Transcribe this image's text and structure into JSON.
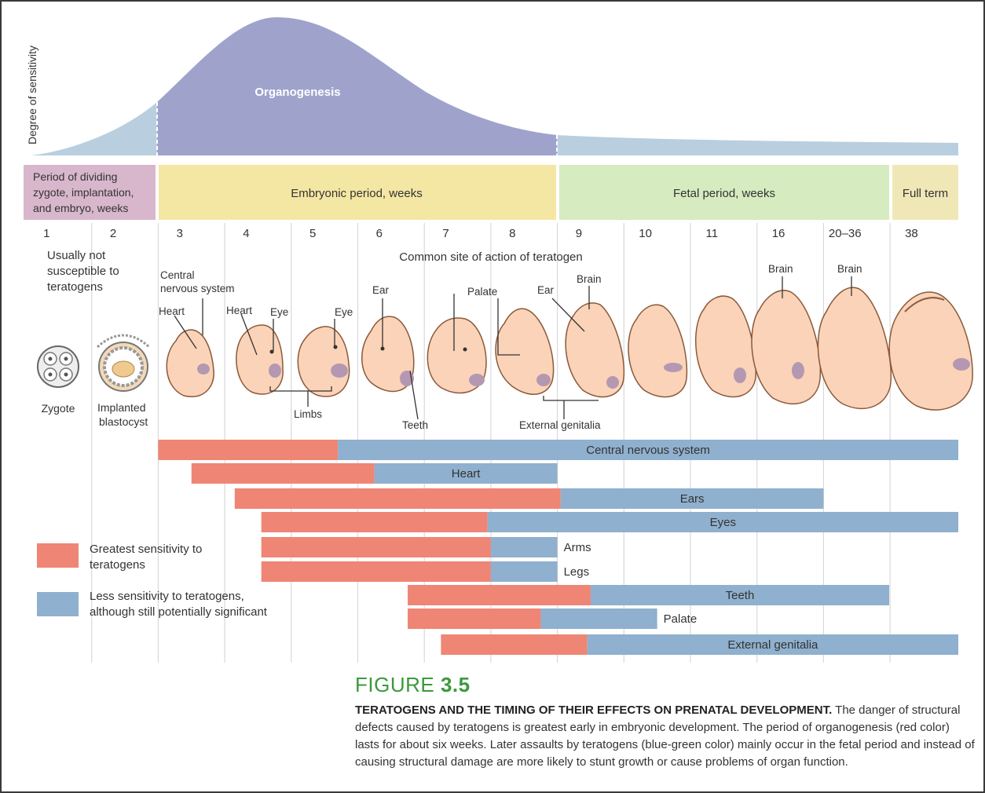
{
  "y_axis_label": "Degree of sensitivity",
  "curve_label": "Organogenesis",
  "periods": [
    {
      "label_lines": [
        "Period of dividing",
        "zygote, implantation,",
        "and embryo, weeks"
      ],
      "color": "#d8b7cc"
    },
    {
      "label_lines": [
        "Embryonic period, weeks"
      ],
      "color": "#f4e6a3"
    },
    {
      "label_lines": [
        "Fetal period, weeks"
      ],
      "color": "#d6ebbf"
    },
    {
      "label_lines": [
        "Full term"
      ],
      "color": "#efe8b6"
    }
  ],
  "weeks": [
    "1",
    "2",
    "3",
    "4",
    "5",
    "6",
    "7",
    "8",
    "9",
    "10",
    "11",
    "16",
    "20–36",
    "38"
  ],
  "not_susceptible_lines": [
    "Usually not",
    "susceptible to",
    "teratogens"
  ],
  "common_site_label": "Common site of action of teratogen",
  "stage_labels": {
    "zygote": "Zygote",
    "blastocyst_lines": [
      "Implanted",
      "blastocyst"
    ]
  },
  "organ_annotations": [
    {
      "id": "cns",
      "lines": [
        "Central",
        "nervous system"
      ]
    },
    {
      "id": "heart3",
      "lines": [
        "Heart"
      ]
    },
    {
      "id": "heart4",
      "lines": [
        "Heart"
      ]
    },
    {
      "id": "eye4",
      "lines": [
        "Eye"
      ]
    },
    {
      "id": "eye5",
      "lines": [
        "Eye"
      ]
    },
    {
      "id": "limbs",
      "lines": [
        "Limbs"
      ]
    },
    {
      "id": "ear6",
      "lines": [
        "Ear"
      ]
    },
    {
      "id": "teeth",
      "lines": [
        "Teeth"
      ]
    },
    {
      "id": "palate",
      "lines": [
        "Palate"
      ]
    },
    {
      "id": "ear8",
      "lines": [
        "Ear"
      ]
    },
    {
      "id": "brain9",
      "lines": [
        "Brain"
      ]
    },
    {
      "id": "genitalia",
      "lines": [
        "External genitalia"
      ]
    },
    {
      "id": "brain16",
      "lines": [
        "Brain"
      ]
    },
    {
      "id": "brain20",
      "lines": [
        "Brain"
      ]
    }
  ],
  "legend": [
    {
      "id": "greatest",
      "color": "#ef8575",
      "lines": [
        "Greatest sensitivity to",
        "teratogens"
      ]
    },
    {
      "id": "less",
      "color": "#8fb0ce",
      "lines": [
        "Less sensitivity to teratogens,",
        "although still potentially significant"
      ]
    }
  ],
  "colors": {
    "high": "#ef8575",
    "low": "#8fb0ce",
    "curve_main": "#9fa3cc",
    "curve_side": "#b9cfdf"
  },
  "sensitivity_bars": [
    {
      "label": "Central nervous system",
      "high_start_week": 3,
      "high_end_week": 5.7,
      "low_end_week": 38,
      "label_pos": "inside"
    },
    {
      "label": "Heart",
      "high_start_week": 3.5,
      "high_end_week": 6.25,
      "low_end_week": 9,
      "label_pos": "inside"
    },
    {
      "label": "Ears",
      "high_start_week": 4.15,
      "high_end_week": 9.05,
      "low_end_week": 20,
      "label_pos": "inside"
    },
    {
      "label": "Eyes",
      "high_start_week": 4.55,
      "high_end_week": 7.95,
      "low_end_week": 38,
      "label_pos": "inside"
    },
    {
      "label": "Arms",
      "high_start_week": 4.55,
      "high_end_week": 8,
      "low_end_week": 9,
      "label_pos": "after"
    },
    {
      "label": "Legs",
      "high_start_week": 4.55,
      "high_end_week": 8,
      "low_end_week": 9,
      "label_pos": "after"
    },
    {
      "label": "Teeth",
      "high_start_week": 6.75,
      "high_end_week": 9.5,
      "low_end_week": 36,
      "label_pos": "inside"
    },
    {
      "label": "Palate",
      "high_start_week": 6.75,
      "high_end_week": 8.75,
      "low_end_week": 10.5,
      "label_pos": "after"
    },
    {
      "label": "External genitalia",
      "high_start_week": 7.25,
      "high_end_week": 9.45,
      "low_end_week": 38,
      "label_pos": "inside"
    }
  ],
  "caption": {
    "figure_prefix": "FIGURE",
    "figure_number": "3.5",
    "title": "TERATOGENS AND THE TIMING OF THEIR EFFECTS ON PRENATAL DEVELOPMENT.",
    "body": "The danger of structural defects caused by teratogens is greatest early in embryonic development. The period of organogenesis (red color) lasts for about six weeks. Later assaults by teratogens (blue-green color) mainly occur in the fetal period and instead of causing structural damage are more likely to stunt growth or cause problems of organ function."
  }
}
